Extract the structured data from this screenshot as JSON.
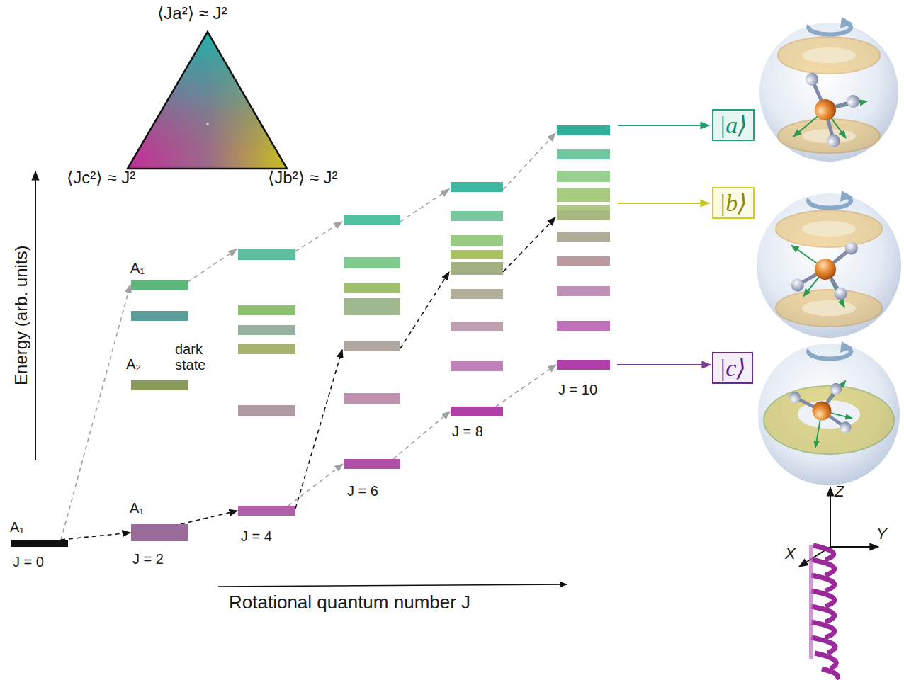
{
  "diagram": {
    "nodes": [
      {
        "text": [
          "A₁",
          "J = 0"
        ]
      },
      {
        "text": [
          "A₁"
        ]
      },
      {
        "text": [
          "A₂",
          "dark state"
        ]
      },
      {
        "text": [
          "A₁",
          "J = 2"
        ]
      },
      {
        "text": [
          "J = 4"
        ]
      },
      {
        "text": [
          "J = 6"
        ]
      },
      {
        "text": [
          "J = 8"
        ]
      },
      {
        "text": [
          "J = 10"
        ]
      },
      {
        "text": [
          "|a⟩"
        ]
      },
      {
        "text": [
          "|b⟩"
        ]
      },
      {
        "text": [
          "|c⟩"
        ]
      }
    ],
    "edges": [
      {
        "from": 0,
        "to": 1,
        "arrow": "to"
      },
      {
        "from": 0,
        "to": 3,
        "arrow": "to"
      },
      {
        "from": 3,
        "to": 4,
        "arrow": "to"
      },
      {
        "from": 4,
        "to": 5,
        "arrow": "to"
      },
      {
        "from": 5,
        "to": 6,
        "arrow": "to"
      },
      {
        "from": 6,
        "to": 7,
        "arrow": "to"
      },
      {
        "from": 7,
        "to": 10,
        "arrow": "to"
      }
    ],
    "labels": [
      "⟨Ja²⟩ ≈ J²",
      "⟨Jc²⟩ ≈ J²",
      "⟨Jb²⟩ ≈ J²",
      "Energy (arb. units)",
      "Rotational quantum number J",
      "Z",
      "Y",
      "X"
    ]
  }
}
